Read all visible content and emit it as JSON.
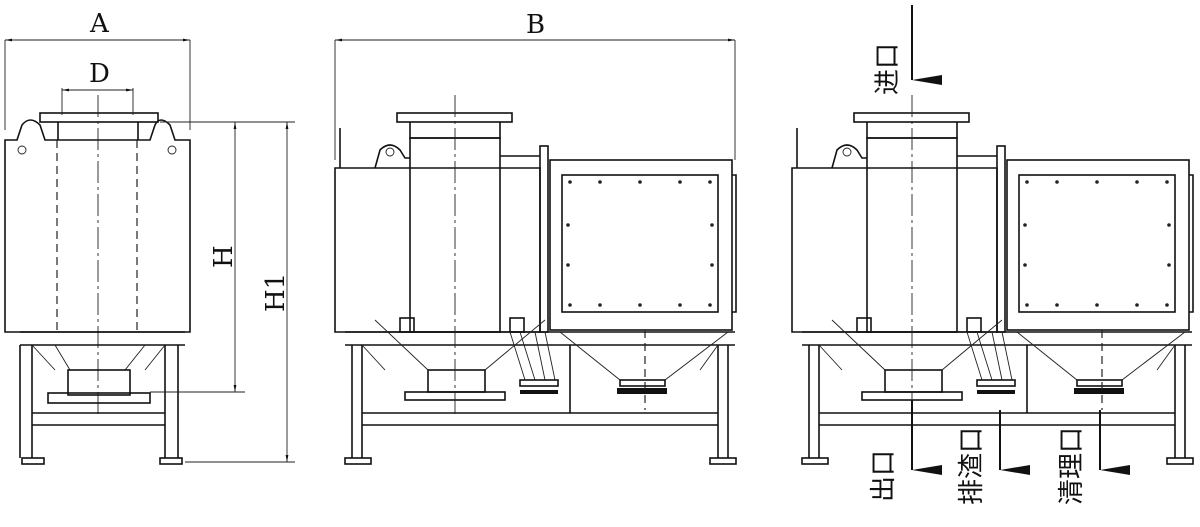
{
  "dimensions": {
    "A": "A",
    "B": "B",
    "D": "D",
    "H": "H",
    "H1": "H1"
  },
  "ports": {
    "inlet": "进口",
    "outlet": "出口",
    "slag": "排渣口",
    "cleaning": "清理口"
  }
}
